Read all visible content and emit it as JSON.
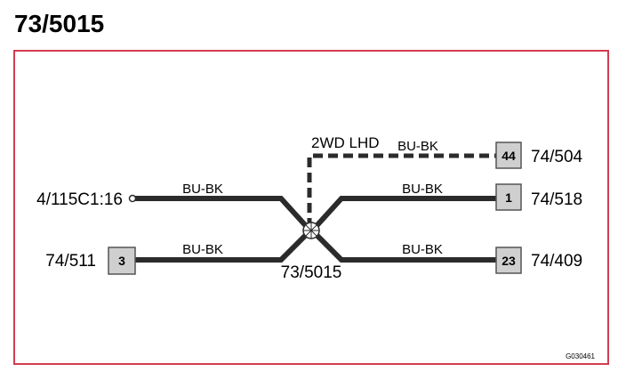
{
  "title": "73/5015",
  "splice_label": "73/5015",
  "variant_label": "2WD LHD",
  "figure_code": "G030461",
  "colors": {
    "frame": "#d23c50",
    "wire": "#2b2b2b",
    "pin_box_fill": "#cfcfcf",
    "pin_box_stroke": "#555555"
  },
  "left_connectors": [
    {
      "label": "4/115C1:16",
      "pin": "",
      "wire_color": "BU-BK",
      "terminal": "ring-icon"
    },
    {
      "label": "74/511",
      "pin": "3",
      "wire_color": "BU-BK",
      "terminal": "pin-box"
    }
  ],
  "right_connectors": [
    {
      "label": "74/504",
      "pin": "44",
      "wire_color": "BU-BK",
      "dashed": true
    },
    {
      "label": "74/518",
      "pin": "1",
      "wire_color": "BU-BK",
      "dashed": false
    },
    {
      "label": "74/409",
      "pin": "23",
      "wire_color": "BU-BK",
      "dashed": false
    }
  ]
}
